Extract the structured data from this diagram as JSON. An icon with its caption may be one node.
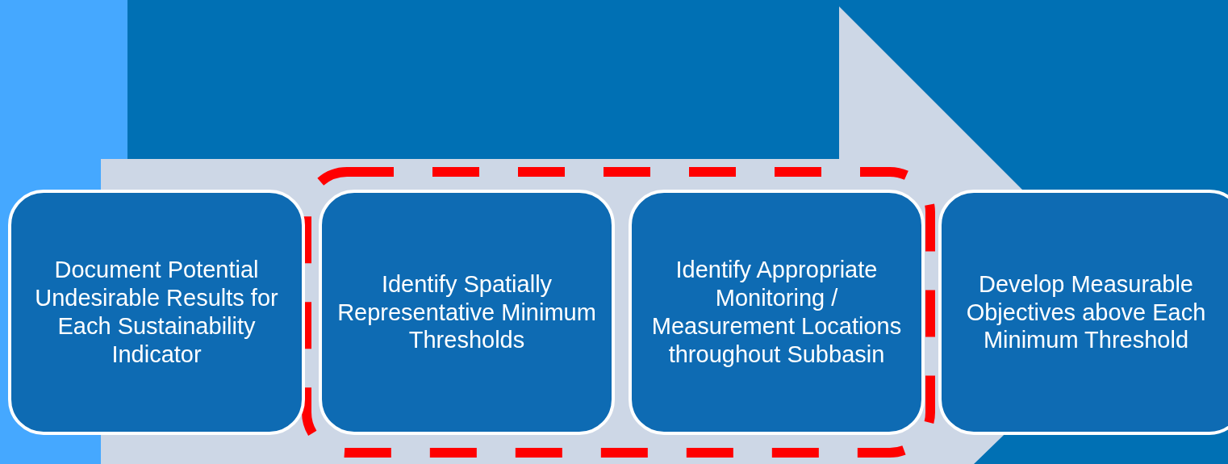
{
  "diagram": {
    "nodes": [
      {
        "text": [
          "Document Potential Undesirable Results for Each Sustainability Indicator"
        ]
      },
      {
        "text": [
          "Identify Spatially Representative Minimum Thresholds"
        ]
      },
      {
        "text": [
          "Identify Appropriate Monitoring / Measurement Locations throughout Subbasin"
        ]
      },
      {
        "text": [
          "Develop Measurable Objectives above Each Minimum Threshold"
        ]
      }
    ]
  }
}
